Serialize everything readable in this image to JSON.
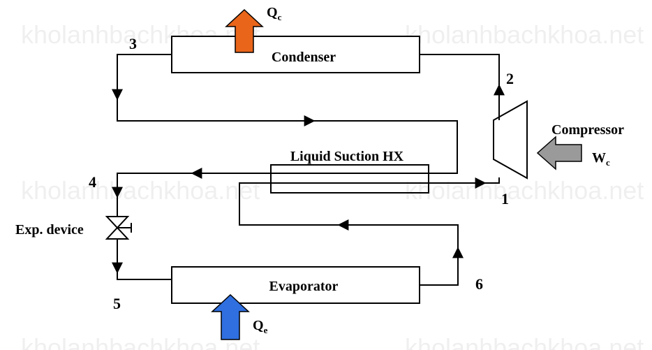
{
  "watermark": "kholanhbachkhoa.net",
  "components": {
    "condenser": "Condenser",
    "evaporator": "Evaporator",
    "compressor": "Compressor",
    "hx": "Liquid Suction HX",
    "expansion": "Exp. device"
  },
  "heat": {
    "condenser": {
      "main": "Q",
      "sub": "c"
    },
    "evaporator": {
      "main": "Q",
      "sub": "e"
    },
    "work": {
      "main": "W",
      "sub": "c"
    }
  },
  "states": [
    "1",
    "2",
    "3",
    "4",
    "5",
    "6"
  ],
  "colors": {
    "heat_out": "#E8651A",
    "heat_in": "#2F6FE0",
    "work_in": "#9A9A9A"
  }
}
